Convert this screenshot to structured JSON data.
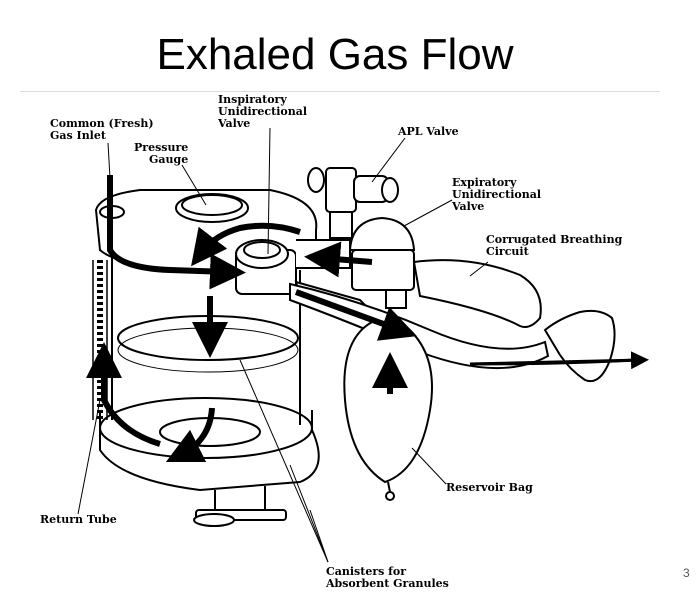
{
  "slide": {
    "title": "Exhaled Gas Flow",
    "page_number": "3"
  },
  "labels": {
    "common_gas_inlet": [
      "Common (Fresh)",
      "Gas Inlet"
    ],
    "inspiratory_valve": [
      "Inspiratory",
      "Unidirectional",
      "Valve"
    ],
    "pressure_gauge": [
      "Pressure",
      "Gauge"
    ],
    "apl_valve": [
      "APL Valve"
    ],
    "expiratory_valve": [
      "Expiratory",
      "Unidirectional",
      "Valve"
    ],
    "breathing_circuit": [
      "Corrugated Breathing",
      "Circuit"
    ],
    "reservoir_bag": [
      "Reservoir  Bag"
    ],
    "return_tube": [
      "Return Tube"
    ],
    "canisters": [
      "Canisters for",
      "Absorbent Granules"
    ]
  }
}
